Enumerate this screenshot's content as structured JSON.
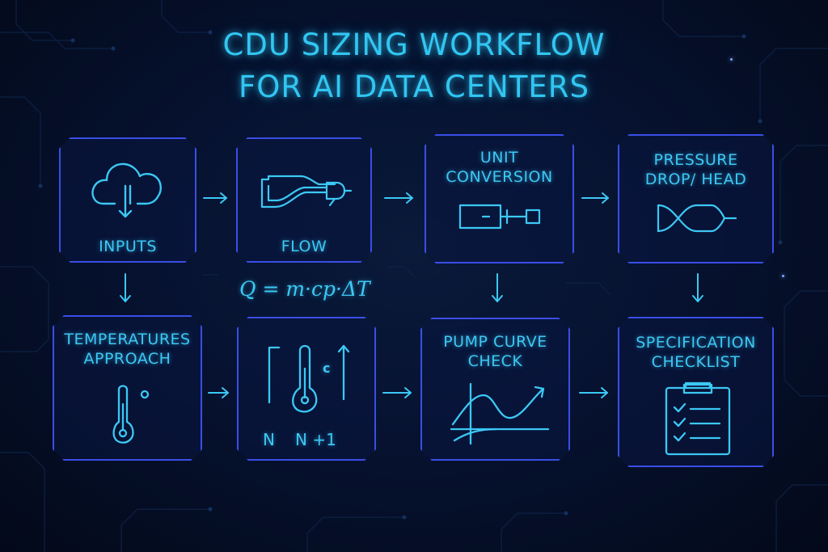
{
  "title": {
    "line1": "CDU SIZING WORKFLOW",
    "line2": "FOR AI DATA CENTERS"
  },
  "colors": {
    "background": "#040b1c",
    "box_border": "#3a4ee6",
    "accent": "#3cc8f4"
  },
  "boxes": {
    "inputs": {
      "label": "INPUTS",
      "icon": "cloud-download-icon"
    },
    "flow": {
      "label": "FLOW",
      "icon": "pipe-flow-icon"
    },
    "unit_conversion": {
      "label_line1": "UNIT",
      "label_line2": "CONVERSION",
      "icon": "converter-icon"
    },
    "pressure_drop": {
      "label_line1": "PRESSURE",
      "label_line2": "DROP/ HEAD",
      "icon": "crossover-curve-icon"
    },
    "temperatures": {
      "label_line1": "TEMPERATURES",
      "label_line2": "APPROACH",
      "icon": "thermometer-icon"
    },
    "redundancy": {
      "n_label": "N",
      "n1_label": "N +1",
      "unit_label": "c",
      "icon": "thermometer-icon"
    },
    "pump_curve": {
      "label_line1": "PUMP CURVE",
      "label_line2": "CHECK",
      "icon": "pump-curve-graph-icon"
    },
    "specification": {
      "label_line1": "SPECIFICATION",
      "label_line2": "CHECKLIST",
      "icon": "clipboard-checklist-icon"
    }
  },
  "formula": "Q = m·cp·ΔT"
}
